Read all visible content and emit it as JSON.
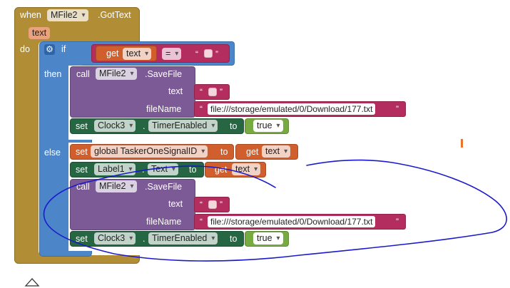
{
  "event": {
    "when_label": "when",
    "component": "MFile2",
    "event_name": ".GotText",
    "param": "text",
    "do_label": "do"
  },
  "if_block": {
    "label": "if",
    "then_label": "then",
    "else_label": "else",
    "condition": {
      "get_label": "get",
      "variable": "text",
      "operator": "="
    }
  },
  "then_branch": {
    "call_label": "call",
    "component": "MFile2",
    "method": ".SaveFile",
    "text_label": "text",
    "filename_label": "fileName",
    "filename_value": "file:///storage/emulated/0/Download/177.txt",
    "set_label": "set",
    "clock": "Clock3",
    "property": "TimerEnabled",
    "to_label": "to",
    "bool_value": "true"
  },
  "else_branch": {
    "set_label": "set",
    "global_var": "global TaskerOneSignalID",
    "to_label": "to",
    "get_label": "get",
    "get_var": "text",
    "label_set": "set",
    "label_component": "Label1",
    "label_property": "Text",
    "label_to": "to",
    "label_get": "get",
    "label_get_var": "text",
    "call_label": "call",
    "component": "MFile2",
    "method": ".SaveFile",
    "text_label": "text",
    "filename_label": "fileName",
    "filename_value": "file:///storage/emulated/0/Download/177.txt",
    "timer_set": "set",
    "clock": "Clock3",
    "property": "TimerEnabled",
    "timer_to": "to",
    "bool_value": "true"
  },
  "colors": {
    "event": "#b18e35",
    "control": "#4c86c9",
    "component_call": "#7b5a95",
    "component_set": "#266643",
    "variable": "#d05f2d",
    "text": "#b32d5e",
    "logic": "#77ab41",
    "annotation": "#1a1acc"
  }
}
